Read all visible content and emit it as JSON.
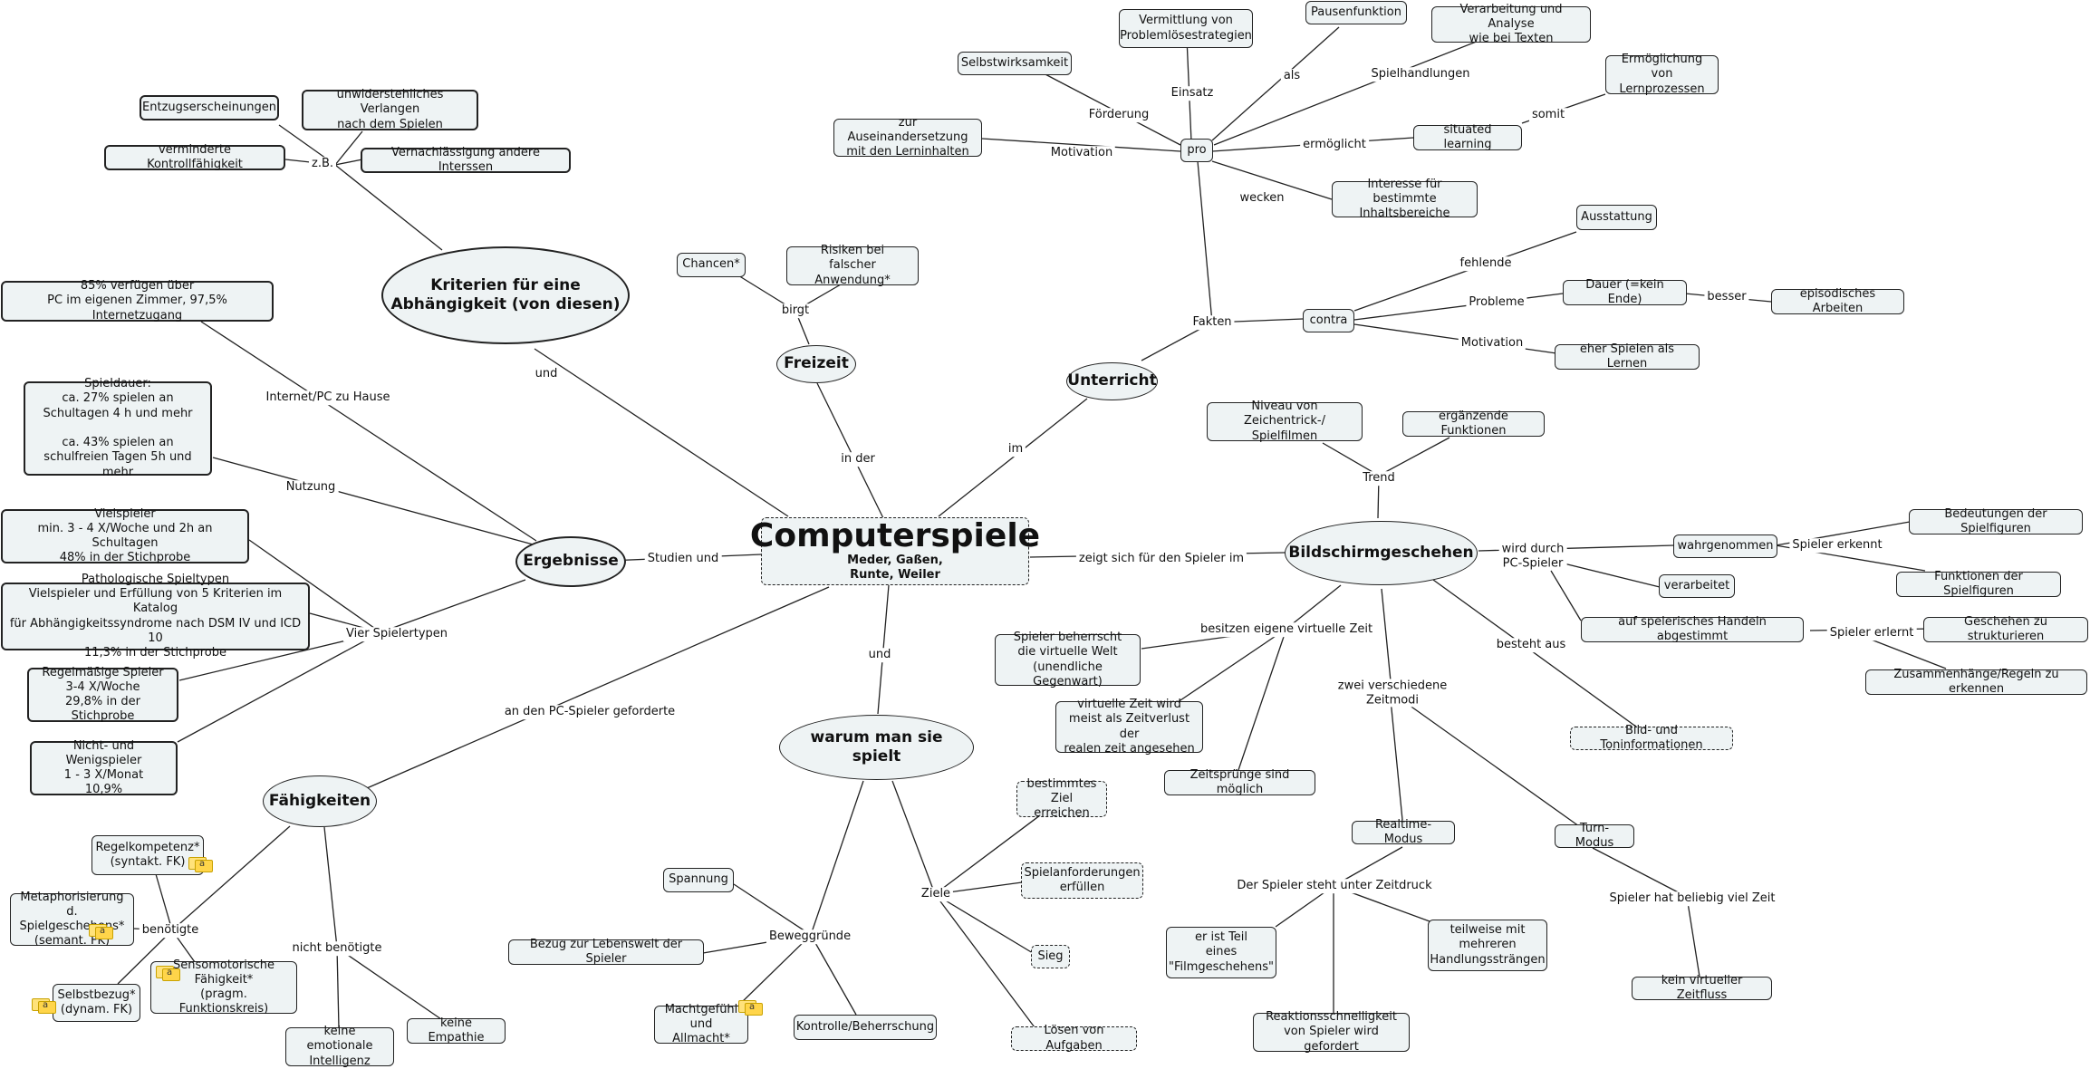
{
  "center": {
    "title": "Computerspiele",
    "subtitle": "Meder, Gaßen,\nRunte, Weiler"
  },
  "nodes": {
    "kriterien": "Kriterien für eine\nAbhängigkeit (von diesen)",
    "entzug": "Entzugserscheinungen",
    "verlangen": "unwiderstehliches Verlangen\nnach dem Spielen",
    "kontrolle": "verminderte Kontrollfähigkeit",
    "vernachl": "Vernachlässigung andere Interssen",
    "ergebnisse": "Ergebnisse",
    "pc85": "85% verfügen über\nPC im eigenen Zimmer, 97,5% Internetzugang",
    "spieldauer": "Spieldauer:\nca. 27% spielen an\nSchultagen 4 h und mehr\n\nca. 43% spielen an\nschulfreien Tagen 5h und mehr",
    "vielspieler": "Vielspieler\nmin. 3 - 4 X/Woche und 2h an Schultagen\n48% in der Stichprobe",
    "patho": "Pathologische Spieltypen\nVielspieler und Erfüllung von 5 Kriterien im Katalog\nfür Abhängigkeitssyndrome nach DSM IV und ICD 10\n11,3% in der Stichprobe",
    "regelm": "Regelmäßige Spieler\n3-4 X/Woche\n29,8% in der Stichprobe",
    "nicht_wenig": "Nicht- und Wenigspieler\n1 - 3 X/Monat\n10,9%",
    "faehigkeiten": "Fähigkeiten",
    "regelkomp": "Regelkompetenz*\n(syntakt. FK)",
    "metaphor": "Metaphorisierung d.\nSpielgeschehens*\n(semant. FK)",
    "sensomot": "Sensomotorische\nFähigkeit*\n(pragm. Funktionskreis)",
    "selbstbezug": "Selbstbezug*\n(dynam. FK)",
    "keine_emo": "keine emotionale\nIntelligenz",
    "keine_emp": "keine Empathie",
    "freizeit": "Freizeit",
    "chancen": "Chancen*",
    "risiken": "Risiken bei\nfalscher Anwendung*",
    "unterricht": "Unterricht",
    "pro": "pro",
    "contra": "contra",
    "auseinander": "zur Auseinandersetzung\nmit den Lerninhalten",
    "selbstwirk": "Selbstwirksamkeit",
    "vermittlung": "Vermittlung von\nProblemlösestrategien",
    "pause": "Pausenfunktion",
    "verarbeitung": "Verarbeitung und Analyse\nwie bei Texten",
    "situated": "situated learning",
    "ermoeglichung": "Ermöglichung von\nLernprozessen",
    "interesse": "Interesse für bestimmte\nInhaltsbereiche",
    "ausstattung": "Ausstattung",
    "dauer": "Dauer (=kein Ende)",
    "episodisch": "episodisches Arbeiten",
    "eher": "eher Spielen als Lernen",
    "bildschirm": "Bildschirmgeschehen",
    "niveau": "Niveau von Zeichentrick-/\nSpielfilmen",
    "ergaenzend": "ergänzende Funktionen",
    "wahrgenommen": "wahrgenommen",
    "verarbeitet": "verarbeitet",
    "handeln": "auf spelerisches Handeln abgestimmt",
    "bedeutungen": "Bedeutungen der Spielfiguren",
    "funktionen": "Funktionen der Spielfiguren",
    "strukturieren": "Geschehen zu strukturieren",
    "zusammenhaenge": "Zusammenhänge/Regeln zu erkennen",
    "bildton": "Bild- und Toninformationen",
    "beherrscht": "Spieler beherrscht\ndie virtuelle Welt\n(unendliche Gegenwart)",
    "virtzeit": "virtuelle Zeit wird\nmeist als Zeitverlust der\nrealen zeit angesehen",
    "zeitspruenge": "Zeitsprünge sind möglich",
    "realtime": "Realtime-Modus",
    "turn": "Turn-Modus",
    "teil": "er ist Teil\neines\n\"Filmgeschehens\"",
    "reaktion": "Reaktionsschnelligkeit\nvon Spieler wird gefordert",
    "mehreren": "teilweise mit\nmehreren\nHandlungssträngen",
    "kein_zeitfluss": "kein virtueller Zeitfluss",
    "warum": "warum man sie spielt",
    "spannung": "Spannung",
    "lebenswelt": "Bezug zur Lebenswelt der Spieler",
    "macht": "Machtgefühl\nund Allmacht*",
    "kontrolle_b": "Kontrolle/Beherrschung",
    "ziel": "bestimmtes\nZiel erreichen",
    "anforderungen": "Spielanforderungen\nerfüllen",
    "sieg": "Sieg",
    "loesen": "Lösen von Aufgaben"
  },
  "labels": {
    "und_krit": "und",
    "zb": "z.B.",
    "studien": "Studien und",
    "internet": "Internet/PC zu Hause",
    "nutzung": "Nutzung",
    "vier": "Vier Spielertypen",
    "gefordert": "an den PC-Spieler geforderte",
    "benoetigte": "benötigte",
    "nicht_ben": "nicht benötigte",
    "in_der": "in der",
    "birgt": "birgt",
    "im": "im",
    "fakten": "Fakten",
    "motivation_pro": "Motivation",
    "foerderung": "Förderung",
    "einsatz": "Einsatz",
    "als": "als",
    "spielhandlungen": "Spielhandlungen",
    "ermoeglicht": "ermöglicht",
    "somit": "somit",
    "wecken": "wecken",
    "fehlende": "fehlende",
    "probleme": "Probleme",
    "besser": "besser",
    "motivation_contra": "Motivation",
    "zeigt": "zeigt sich für den Spieler im",
    "trend": "Trend",
    "wird_durch": "wird durch\nPC-Spieler",
    "spieler_erkennt": "Spieler erkennt",
    "spieler_erlernt": "Spieler erlernt",
    "besteht": "besteht aus",
    "besitzen": "besitzen eigene virtuelle Zeit",
    "zwei": "zwei verschiedene\nZeitmodi",
    "zeitdruck": "Der Spieler steht unter Zeitdruck",
    "beliebig": "Spieler hat beliebig viel Zeit",
    "und_warum": "und",
    "beweggruende": "Beweggründe",
    "ziele": "Ziele"
  }
}
